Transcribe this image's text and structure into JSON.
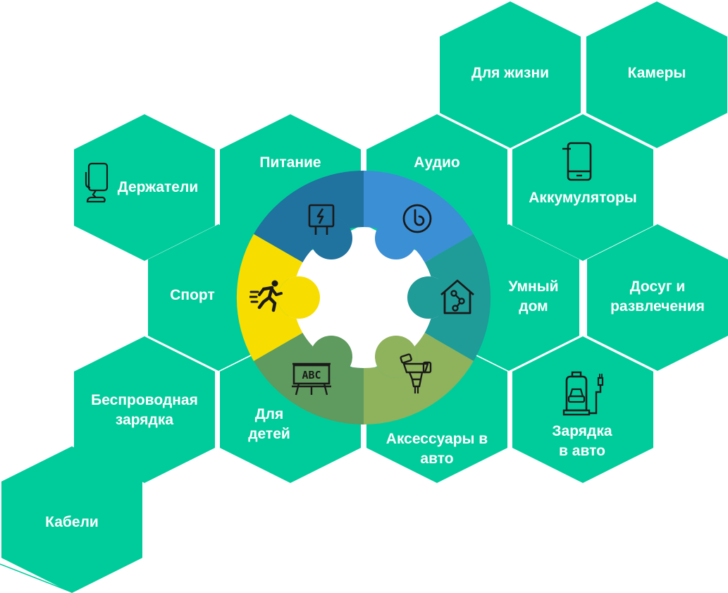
{
  "colors": {
    "hex": "#00cc9b",
    "ring_power": "#20729f",
    "ring_audio": "#3b8fd5",
    "ring_smart_home": "#1f9b98",
    "ring_car_accessories": "#8fb25c",
    "ring_kids": "#5f9a5e",
    "ring_sport": "#f7dd00",
    "icon_stroke": "#1a1a1a",
    "label": "#ffffff"
  },
  "categories": {
    "for_life": "Для жизни",
    "cameras": "Камеры",
    "holders": "Держатели",
    "power": "Питание",
    "audio": "Аудио",
    "batteries": "Аккумуляторы",
    "sport": "Спорт",
    "smart_home": "Умный\nдом",
    "leisure": "Досуг и\nразвлечения",
    "wireless_charging": "Беспроводная\nзарядка",
    "kids": "Для\nдетей",
    "car_accessories": "Аксессуары в\nавто",
    "car_charging": "Зарядка\nв авто",
    "cables": "Кабели"
  },
  "kids_icon_text": "ABC",
  "icons": {
    "power": "power-plug-icon",
    "audio": "speaker-icon",
    "smart_home": "smart-home-icon",
    "car_accessories": "car-mount-icon",
    "kids": "abc-board-icon",
    "sport": "running-person-icon",
    "holders": "phone-holder-icon",
    "batteries": "power-bank-icon",
    "car_charging": "car-charger-icon"
  }
}
